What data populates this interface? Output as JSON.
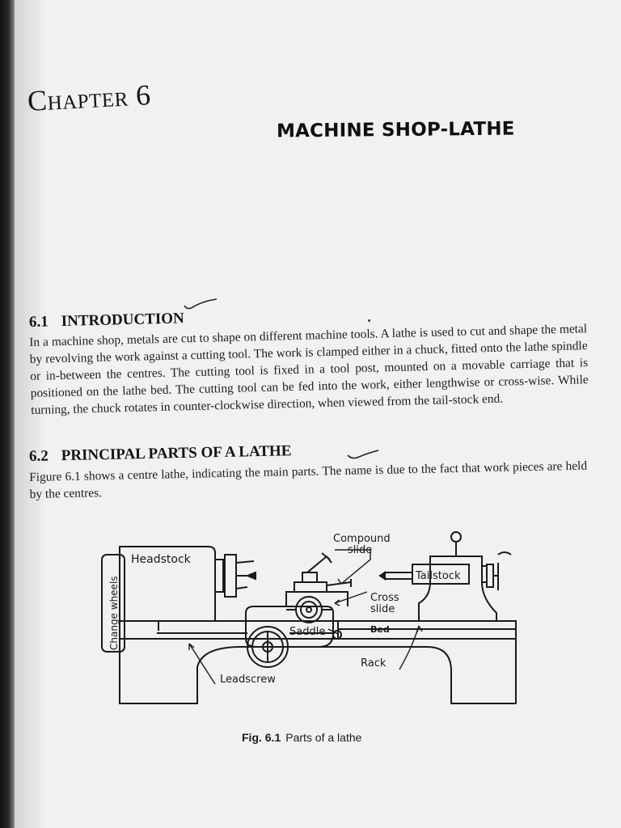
{
  "chapter": {
    "label": "Chapter 6",
    "title": "MACHINE SHOP-LATHE"
  },
  "sections": [
    {
      "number": "6.1",
      "heading": "INTRODUCTION",
      "text": "In a machine shop, metals are cut to shape on different machine tools. A lathe is used to cut and shape the metal by revolving the work against a cutting tool. The work is clamped either in a chuck, fitted onto the lathe spindle or in-between the centres. The cutting tool is fixed in a tool post, mounted on a movable carriage that is positioned on the lathe bed. The cutting tool can be fed into the work, either lengthwise or cross-wise. While turning, the chuck rotates in counter-clockwise direction, when viewed from the tail-stock end."
    },
    {
      "number": "6.2",
      "heading": "PRINCIPAL PARTS OF A LATHE",
      "text": "Figure 6.1 shows a centre lathe, indicating the main parts. The name is due to the fact that work pieces are held by the centres."
    }
  ],
  "figure": {
    "labels": {
      "headstock": "Headstock",
      "change_wheels": "Change wheels",
      "compound_slide_line1": "Compound",
      "compound_slide_line2": "slide",
      "tailstock": "Tailstock",
      "cross_slide_line1": "Cross",
      "cross_slide_line2": "slide",
      "saddle": "Saddle",
      "bed": "Bed",
      "rack": "Rack",
      "leadscrew": "Leadscrew"
    },
    "caption_number": "Fig. 6.1",
    "caption_text": "Parts of a lathe"
  }
}
